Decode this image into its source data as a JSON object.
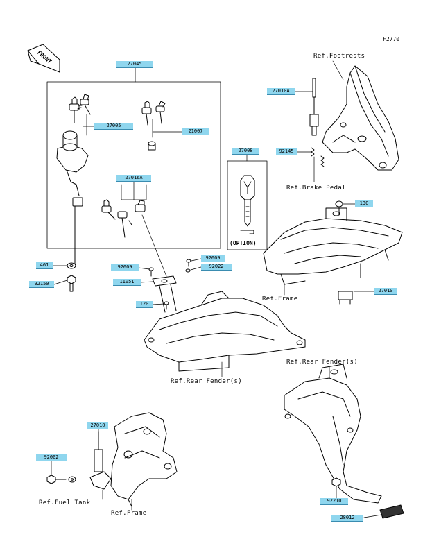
{
  "figure_code": "F2770",
  "front_label": "FRONT",
  "option_label": "(OPTION)",
  "references": {
    "footrests": "Ref.Footrests",
    "brake_pedal": "Ref.Brake Pedal",
    "frame_upper": "Ref.Frame",
    "rear_fender_center": "Ref.Rear Fender(s)",
    "rear_fender_right": "Ref.Rear Fender(s)",
    "fuel_tank": "Ref.Fuel Tank",
    "frame_lower": "Ref.Frame"
  },
  "parts": [
    {
      "key": "p27045",
      "number": "27045"
    },
    {
      "key": "p27005",
      "number": "27005"
    },
    {
      "key": "p21007",
      "number": "21007"
    },
    {
      "key": "p27016a",
      "number": "27016A"
    },
    {
      "key": "p461",
      "number": "461"
    },
    {
      "key": "p92150",
      "number": "92150"
    },
    {
      "key": "p92009a",
      "number": "92009"
    },
    {
      "key": "p92009b",
      "number": "92009"
    },
    {
      "key": "p92022",
      "number": "92022"
    },
    {
      "key": "p11051",
      "number": "11051"
    },
    {
      "key": "p120",
      "number": "120"
    },
    {
      "key": "p27008",
      "number": "27008"
    },
    {
      "key": "p27010a",
      "number": "27010A"
    },
    {
      "key": "p92145",
      "number": "92145"
    },
    {
      "key": "p130",
      "number": "130"
    },
    {
      "key": "p27010b",
      "number": "27010"
    },
    {
      "key": "p27010c",
      "number": "27010"
    },
    {
      "key": "p92002",
      "number": "92002"
    },
    {
      "key": "p92210",
      "number": "92210"
    },
    {
      "key": "p28012",
      "number": "28012"
    }
  ]
}
